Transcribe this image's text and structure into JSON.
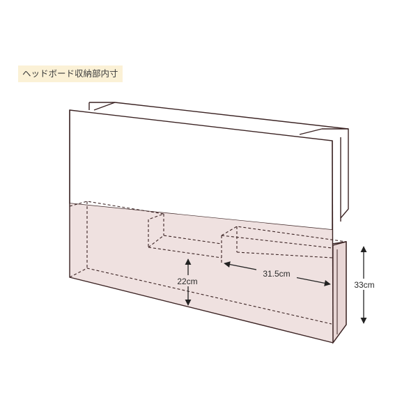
{
  "title": "ヘッドボード収納部内寸",
  "dimensions": {
    "height_inner": "22cm",
    "width_inner": "31.5cm",
    "height_total": "33cm"
  },
  "colors": {
    "outline": "#3b2323",
    "fill": "#efe1e0",
    "dashed": "#3b2323",
    "label_bg": "#fbf1d6",
    "arrow": "#222222"
  }
}
